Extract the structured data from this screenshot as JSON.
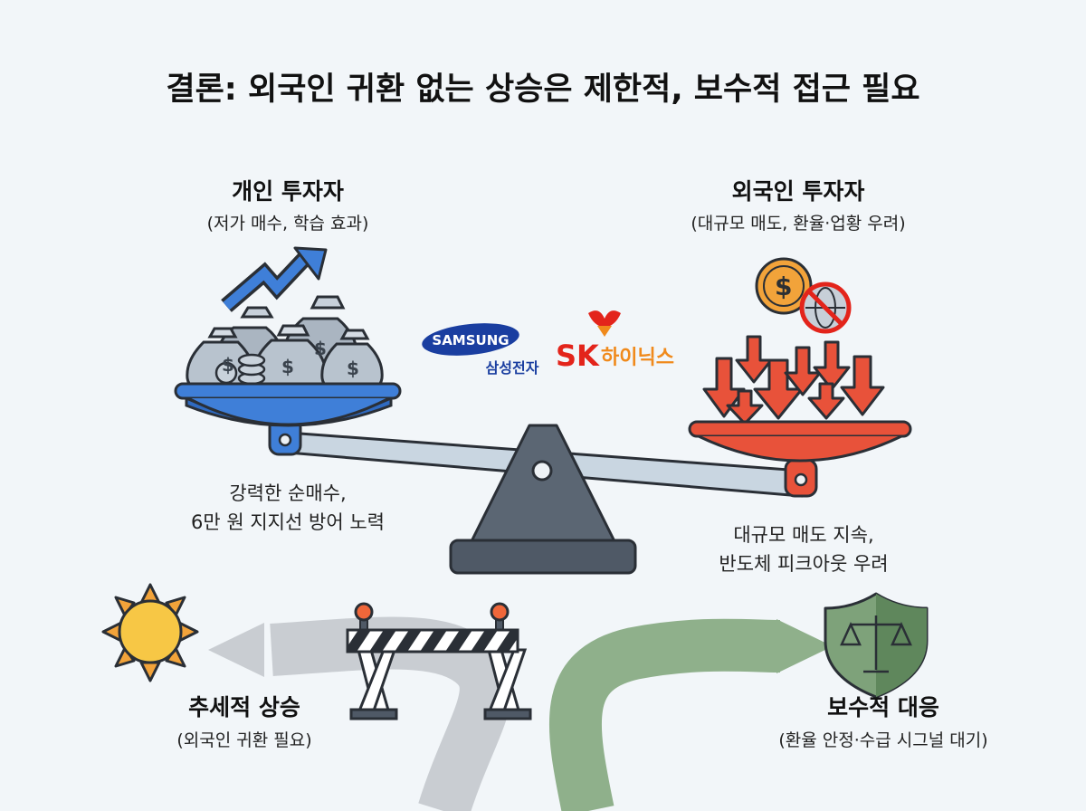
{
  "title": "결론: 외국인 귀환 없는 상승은 제한적, 보수적 접근 필요",
  "left_investor": {
    "heading": "개인 투자자",
    "sub": "(저가 매수, 학습 효과)",
    "note_line1": "강력한 순매수,",
    "note_line2": "6만 원 지지선 방어 노력"
  },
  "right_investor": {
    "heading": "외국인 투자자",
    "sub": "(대규모 매도, 환율·업황 우려)",
    "note_line1": "대규모 매도 지속,",
    "note_line2": "반도체 피크아웃 우려"
  },
  "logos": {
    "samsung_en": "SAMSUNG",
    "samsung_ko": "삼성전자",
    "sk_mark": "SK",
    "sk_ko": "하이닉스"
  },
  "path_left": {
    "heading": "추세적 상승",
    "sub": "(외국인 귀환 필요)"
  },
  "path_right": {
    "heading": "보수적 대응",
    "sub": "(환율 안정·수급 시그널 대기)"
  },
  "icons": {
    "left": [
      "money-bags-icon",
      "trend-up-arrow-icon"
    ],
    "right": [
      "dollar-coin-icon",
      "no-globe-icon",
      "down-arrows-icon"
    ],
    "bottom": [
      "sun-icon",
      "barricade-icon",
      "shield-scales-icon"
    ]
  },
  "colors": {
    "blue_pan": "#3f7fd8",
    "red_pan": "#e8523a",
    "samsung_blue": "#1a3ea0",
    "sk_red": "#e3241b",
    "sk_orange": "#f08a1c",
    "green_path": "#8fb08b",
    "gray_path": "#c9cdd2"
  }
}
